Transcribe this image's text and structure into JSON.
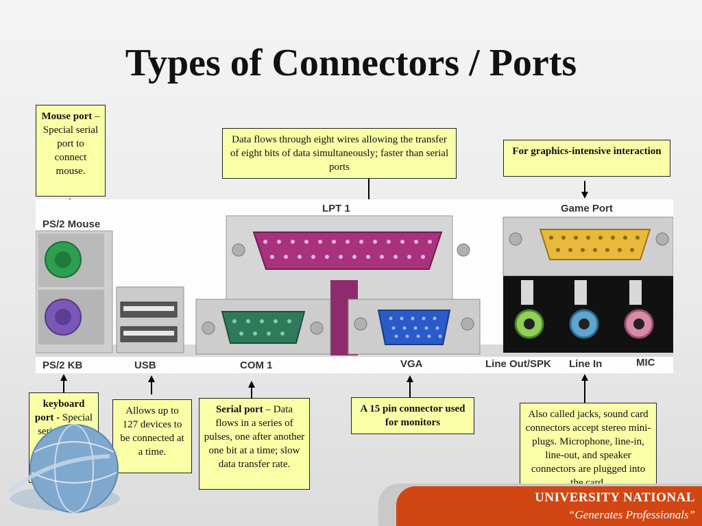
{
  "title": "Types of Connectors / Ports",
  "notes": {
    "mouse": {
      "bold": "Mouse port",
      "rest": " – Special serial port to connect mouse."
    },
    "lpt": {
      "text": "Data flows through eight wires allowing the transfer of eight bits of data simultaneously; faster than serial ports"
    },
    "game": {
      "bold": "For graphics-intensive interaction"
    },
    "keyboard": {
      "bold": "keyboard port -",
      "rest": " Special serial port to connect keyboard."
    },
    "usb": {
      "text": "Allows up to 127 devices to be connected at a time."
    },
    "serial": {
      "bold": "Serial port",
      "rest": " – Data flows in a series of pulses, one after another one bit at a time; slow data transfer rate."
    },
    "vga": {
      "bold": "A 15 pin connector used for monitors"
    },
    "audio": {
      "text": "Also called jacks, sound card connectors accept stereo mini-plugs. Microphone, line-in, line-out, and speaker connectors are plugged into the card."
    }
  },
  "panel_labels": {
    "ps2_mouse": "PS/2 Mouse",
    "lpt1": "LPT 1",
    "game_port": "Game Port",
    "ps2_kb": "PS/2 KB",
    "usb": "USB",
    "com1": "COM 1",
    "vga": "VGA",
    "line_out": "Line Out/SPK",
    "line_in": "Line In",
    "mic": "MIC"
  },
  "footer": {
    "university": "UNIVERSITY NATIONAL",
    "tagline": "“Generates Professionals”"
  },
  "colors": {
    "note_bg": "#f8ffa6",
    "footer_bg": "#d24613",
    "ps2_mouse": "#2e9e4f",
    "ps2_kb": "#7b57b8",
    "lpt": "#a8327e",
    "com": "#2f7a5a",
    "vga": "#2a5bc8",
    "game": "#e8b93a",
    "line_out": "#8fcf5a",
    "line_in": "#5fa5d0",
    "mic": "#d98aa8"
  }
}
